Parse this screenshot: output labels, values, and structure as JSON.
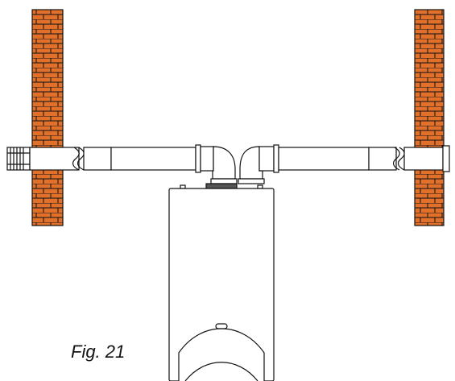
{
  "figure": {
    "caption": "Fig. 21"
  },
  "colors": {
    "brick": "#e0702a",
    "mortar": "#111111",
    "line": "#111111",
    "background": "#ffffff"
  },
  "diagram": {
    "components": [
      "brick-wall-left",
      "brick-wall-right",
      "flue-pipe-left",
      "flue-pipe-right",
      "terminal-left",
      "terminal-right",
      "elbow-left",
      "elbow-right",
      "boiler"
    ]
  }
}
